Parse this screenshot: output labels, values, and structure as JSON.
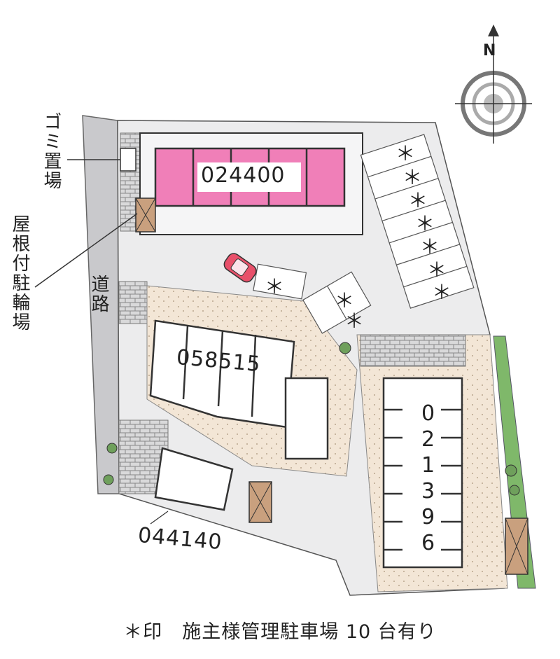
{
  "labels": {
    "garbage_area": "ゴミ置場",
    "covered_bike_parking": "屋根付駐輪場",
    "road": "道路",
    "compass_n": "N"
  },
  "buildings": [
    {
      "id": "024400",
      "highlighted": true
    },
    {
      "id": "058515",
      "highlighted": false
    },
    {
      "id": "044140",
      "highlighted": false
    },
    {
      "id": "021396",
      "highlighted": false
    }
  ],
  "parking_mark": "＊",
  "footer": "＊印　施主様管理駐車場 10 台有り",
  "colors": {
    "highlight": "#f07fb8",
    "ground": "#ececed",
    "sand": "#f3e6d6",
    "green": "#7fb86a",
    "road": "#c9c9cc",
    "line": "#333333"
  }
}
